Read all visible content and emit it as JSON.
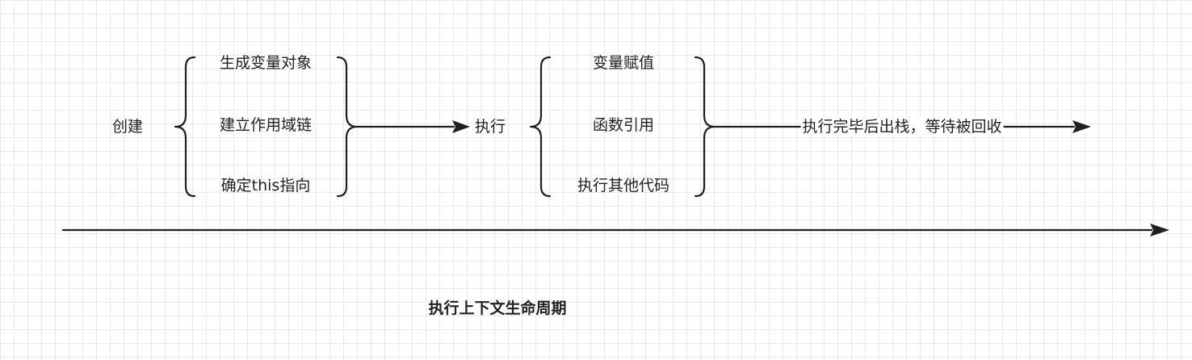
{
  "stages": {
    "create": {
      "label": "创建",
      "steps": [
        "生成变量对象",
        "建立作用域链",
        "确定this指向"
      ]
    },
    "execute": {
      "label": "执行",
      "steps": [
        "变量赋值",
        "函数引用",
        "执行其他代码"
      ]
    },
    "finish": {
      "label": "执行完毕后出栈，等待被回收"
    }
  },
  "caption": "执行上下文生命周期",
  "colors": {
    "stroke": "#1f1f1f",
    "grid": "#e9e9e9",
    "background": "#ffffff"
  }
}
